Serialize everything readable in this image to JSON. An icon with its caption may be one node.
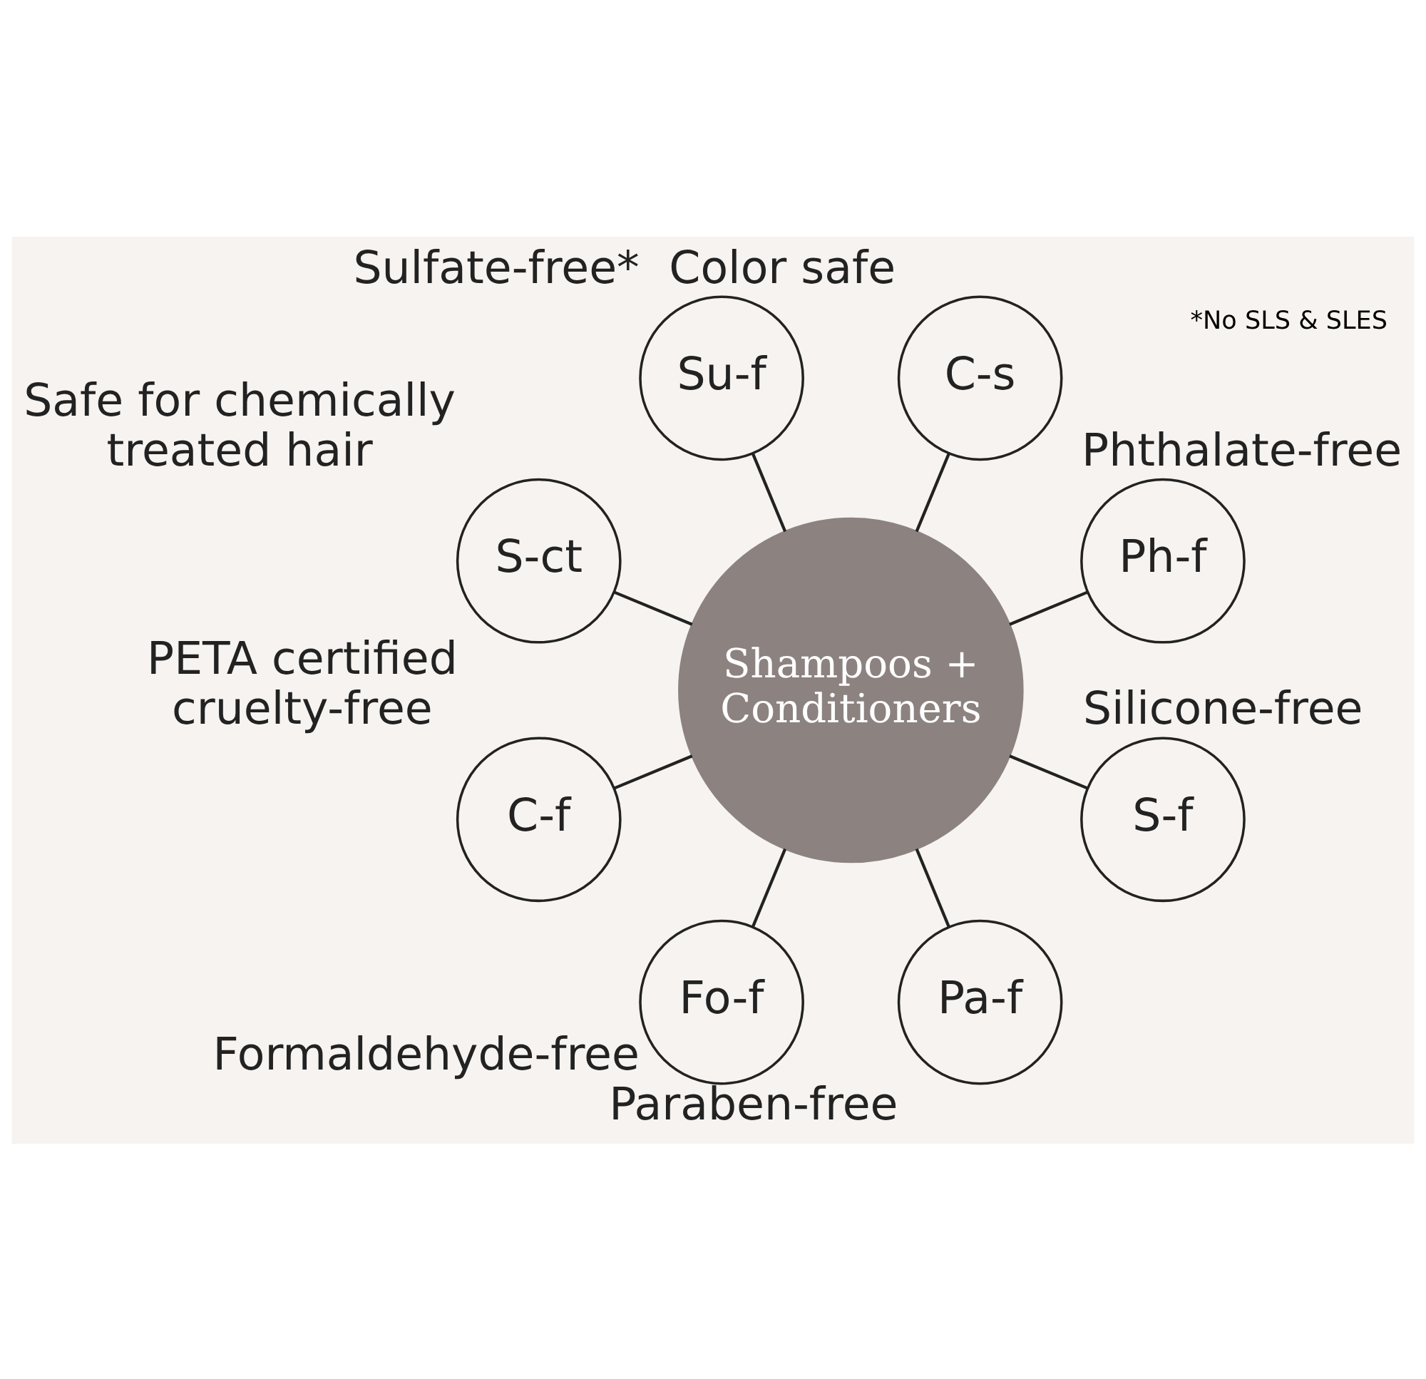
{
  "diagram": {
    "nodes": [
      {
        "text": [
          "Shampoos + Conditioners"
        ]
      },
      {
        "text": [
          "Ph-f"
        ],
        "beside": [
          "Phthalate-free"
        ]
      },
      {
        "text": [
          "C-s"
        ],
        "beside": [
          "Color safe"
        ]
      },
      {
        "text": [
          "Su-f"
        ],
        "beside": [
          "Sulfate-free*"
        ]
      },
      {
        "text": [
          "S-ct"
        ],
        "beside": [
          "Safe for chemically treated hair"
        ]
      },
      {
        "text": [
          "C-f"
        ],
        "beside": [
          "PETA certified cruelty-free"
        ]
      },
      {
        "text": [
          "Fo-f"
        ],
        "beside": [
          "Formaldehyde-free"
        ]
      },
      {
        "text": [
          "Pa-f"
        ],
        "beside": [
          "Paraben-free"
        ]
      },
      {
        "text": [
          "S-f"
        ],
        "beside": [
          "Silicone-free"
        ]
      }
    ],
    "edges": [
      {
        "from": 0,
        "to": 1,
        "arrow": "none"
      },
      {
        "from": 0,
        "to": 2,
        "arrow": "none"
      },
      {
        "from": 0,
        "to": 3,
        "arrow": "none"
      },
      {
        "from": 0,
        "to": 4,
        "arrow": "none"
      },
      {
        "from": 0,
        "to": 5,
        "arrow": "none"
      },
      {
        "from": 0,
        "to": 6,
        "arrow": "none"
      },
      {
        "from": 0,
        "to": 7,
        "arrow": "none"
      },
      {
        "from": 0,
        "to": 8,
        "arrow": "none"
      }
    ],
    "labels": [
      "*No SLS & SLES"
    ]
  }
}
